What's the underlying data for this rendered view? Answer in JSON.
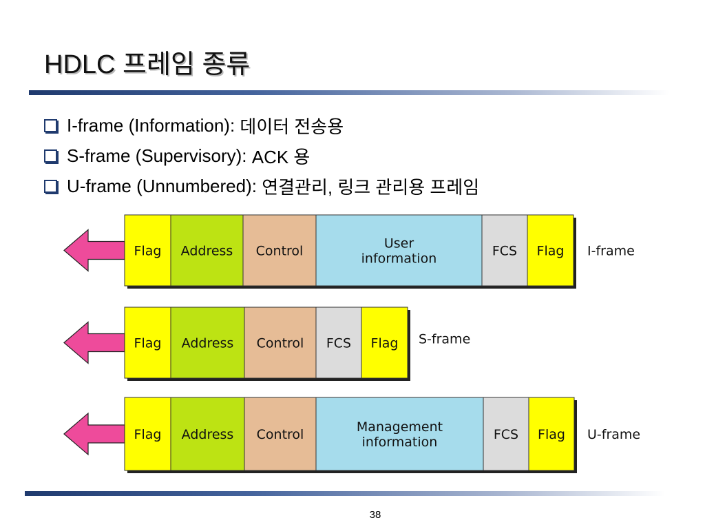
{
  "title": "HDLC 프레임 종류",
  "bullets": [
    {
      "label": "I-frame (Information):",
      "desc": "데이터 전송용"
    },
    {
      "label": "S-frame (Supervisory):",
      "desc": "ACK 용"
    },
    {
      "label": "U-frame (Unnumbered):",
      "desc": "연결관리, 링크 관리용 프레임"
    }
  ],
  "colors": {
    "flag": "#ffff00",
    "address": "#bde313",
    "control": "#e6bc96",
    "info": "#a6dcec",
    "fcs": "#dcdcdc",
    "arrow": "#ee4b9b",
    "accent": "#1f3a6e"
  },
  "frames": [
    {
      "name": "I-frame",
      "fields": [
        {
          "type": "flag",
          "lines": [
            "Flag"
          ]
        },
        {
          "type": "address",
          "lines": [
            "Address"
          ]
        },
        {
          "type": "control",
          "lines": [
            "Control"
          ]
        },
        {
          "type": "info",
          "lines": [
            "User",
            "information"
          ]
        },
        {
          "type": "fcs",
          "lines": [
            "FCS"
          ]
        },
        {
          "type": "flag",
          "lines": [
            "Flag"
          ]
        }
      ]
    },
    {
      "name": "S-frame",
      "fields": [
        {
          "type": "flag",
          "lines": [
            "Flag"
          ]
        },
        {
          "type": "address",
          "lines": [
            "Address"
          ]
        },
        {
          "type": "control",
          "lines": [
            "Control"
          ]
        },
        {
          "type": "fcs",
          "lines": [
            "FCS"
          ]
        },
        {
          "type": "flag",
          "lines": [
            "Flag"
          ]
        }
      ]
    },
    {
      "name": "U-frame",
      "fields": [
        {
          "type": "flag",
          "lines": [
            "Flag"
          ]
        },
        {
          "type": "address",
          "lines": [
            "Address"
          ]
        },
        {
          "type": "control",
          "lines": [
            "Control"
          ]
        },
        {
          "type": "info",
          "lines": [
            "Management",
            "information"
          ]
        },
        {
          "type": "fcs",
          "lines": [
            "FCS"
          ]
        },
        {
          "type": "flag",
          "lines": [
            "Flag"
          ]
        }
      ]
    }
  ],
  "page_number": "38"
}
